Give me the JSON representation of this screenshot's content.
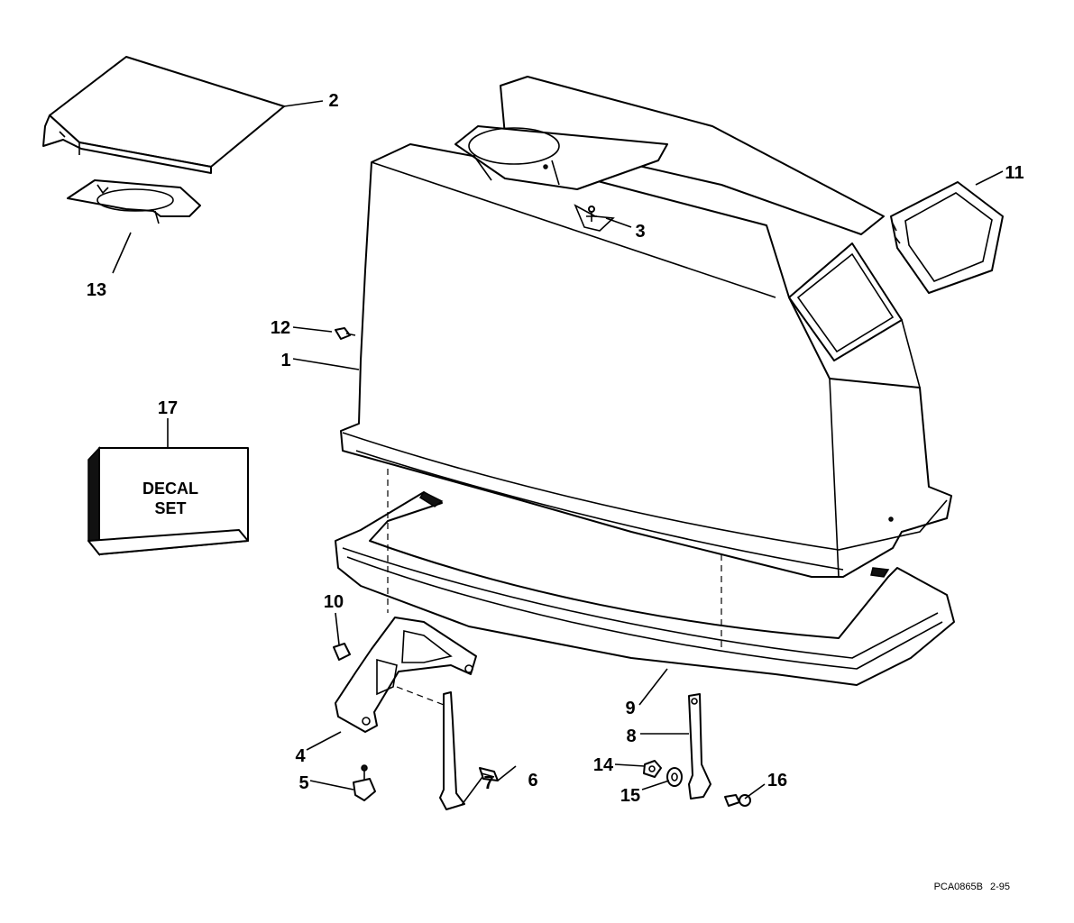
{
  "callouts": {
    "c1": "1",
    "c2": "2",
    "c3": "3",
    "c4": "4",
    "c5": "5",
    "c6": "6",
    "c7": "7",
    "c8": "8",
    "c9": "9",
    "c10": "10",
    "c11": "11",
    "c12": "12",
    "c13": "13",
    "c14": "14",
    "c15": "15",
    "c16": "16",
    "c17": "17"
  },
  "decal_box": {
    "line1": "DECAL",
    "line2": "SET"
  },
  "footer": {
    "reference": "PCA0865B",
    "date_code": "2-95"
  }
}
